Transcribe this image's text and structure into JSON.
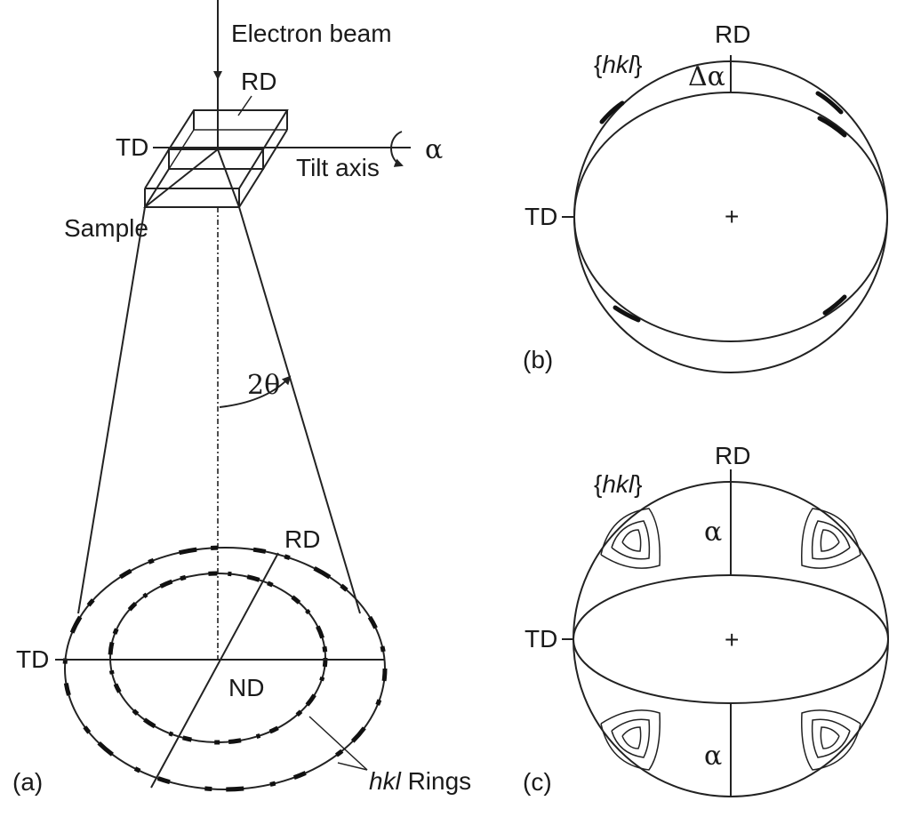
{
  "panel_a": {
    "electron_beam": "Electron beam",
    "rd_top": "RD",
    "td_top": "TD",
    "alpha": "α",
    "tilt_axis": "Tilt axis",
    "sample": "Sample",
    "two_theta": "2θ",
    "rd_ring": "RD",
    "td_ring": "TD",
    "nd": "ND",
    "hkl_rings_italic": "hkl",
    "hkl_rings_text": " Rings",
    "label": "(a)"
  },
  "panel_b": {
    "rd": "RD",
    "td": "TD",
    "hkl_open": "{",
    "hkl_italic": "hkl",
    "hkl_close": "}",
    "delta_alpha": "Δα",
    "center": "+",
    "label": "(b)"
  },
  "panel_c": {
    "rd": "RD",
    "td": "TD",
    "hkl_open": "{",
    "hkl_italic": "hkl",
    "hkl_close": "}",
    "alpha_top": "α",
    "alpha_bottom": "α",
    "center": "+",
    "label": "(c)"
  },
  "colors": {
    "ink": "#222222",
    "background": "#ffffff"
  }
}
